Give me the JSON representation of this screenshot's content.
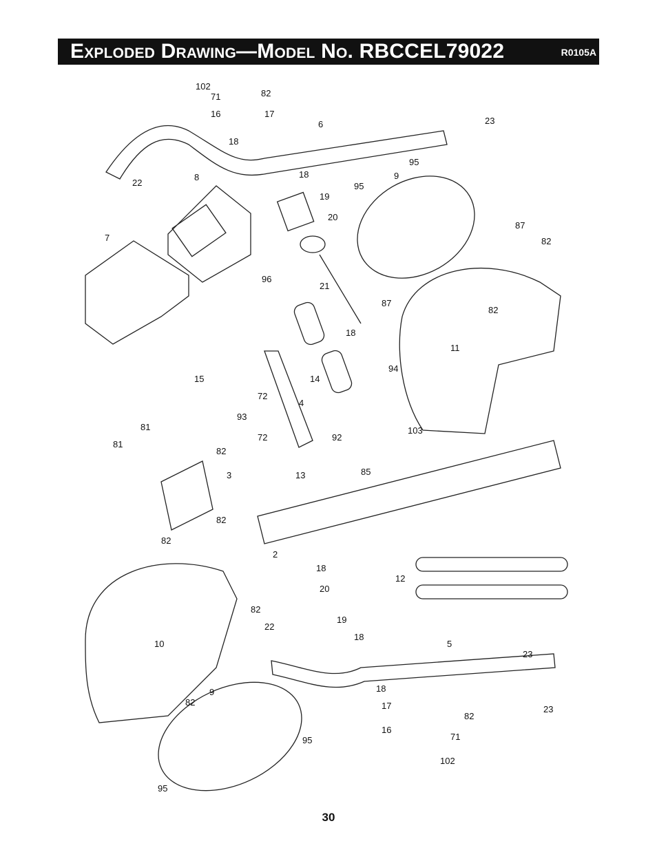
{
  "header": {
    "title": "Exploded Drawing—Model No. RBCCEL79022",
    "code": "R0105A"
  },
  "labels": [
    "102",
    "71",
    "82",
    "16",
    "17",
    "18",
    "6",
    "23",
    "22",
    "8",
    "18",
    "19",
    "95",
    "9",
    "95",
    "7",
    "20",
    "87",
    "82",
    "96",
    "21",
    "87",
    "82",
    "18",
    "11",
    "94",
    "14",
    "15",
    "81",
    "72",
    "4",
    "93",
    "72",
    "81",
    "82",
    "92",
    "103",
    "3",
    "13",
    "85",
    "82",
    "82",
    "2",
    "18",
    "12",
    "20",
    "19",
    "82",
    "10",
    "22",
    "18",
    "5",
    "23",
    "18",
    "9",
    "82",
    "17",
    "16",
    "23",
    "71",
    "95",
    "102",
    "82",
    "95"
  ],
  "page_number": "30"
}
